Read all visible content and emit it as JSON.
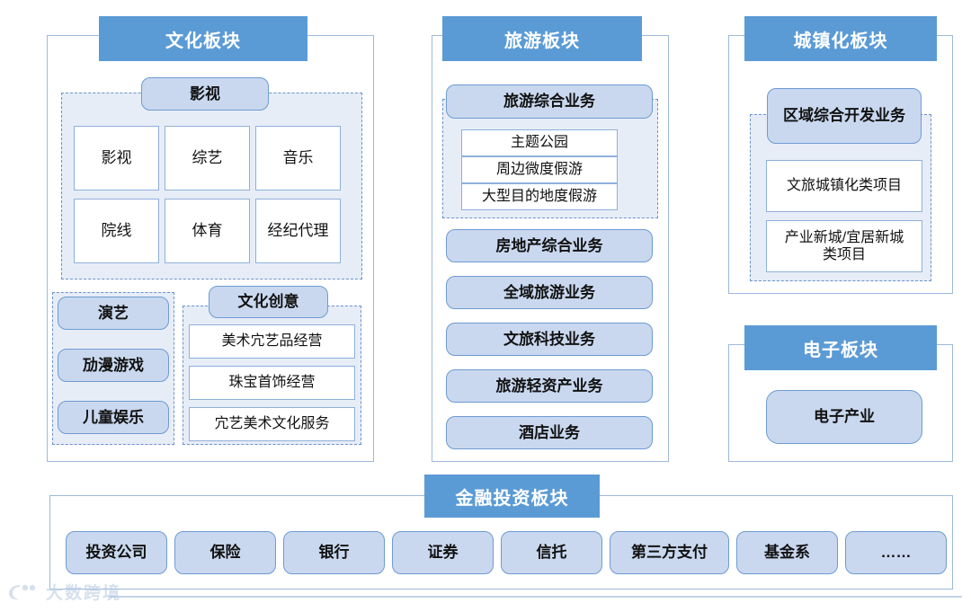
{
  "theme": {
    "header_blue": "#5B9BD5",
    "chip_fill": "#C9D8EF",
    "chip_border": "#6E9BD2",
    "dash_fill": "#E7EDF7",
    "dash_border": "#6B93CC",
    "panel_border": "#9DB9DC",
    "cell_border": "#8FB0DA"
  },
  "panels": {
    "culture": {
      "title": "文化板块",
      "film": {
        "header": "影视",
        "cells": [
          "影视",
          "综艺",
          "音乐",
          "院线",
          "体育",
          "经纪代理"
        ]
      },
      "left_stack": [
        "演艺",
        "劢漫游戏",
        "儿童娱乐"
      ],
      "creative": {
        "header": "文化创意",
        "items": [
          "美术宂艺品经营",
          "珠宝首饰经营",
          "宂艺美术文化服务"
        ]
      }
    },
    "tourism": {
      "title": "旅游板块",
      "comprehensive": {
        "header": "旅游综合业务",
        "items": [
          "主题公园",
          "周边微度假游",
          "大型目的地度假游"
        ]
      },
      "others": [
        "房地产综合业务",
        "全域旅游业务",
        "文旅科技业务",
        "旅游轻资产业务",
        "酒店业务"
      ]
    },
    "urbanization": {
      "title": "城镇化板块",
      "regional": {
        "header": "区域综合开发业务",
        "items": [
          "文旅城镇化类项目",
          "产业新城/宜居新城类项目"
        ]
      }
    },
    "electronics": {
      "title": "电子板块",
      "items": [
        "电子产业"
      ]
    },
    "finance": {
      "title": "金融投资板块",
      "items": [
        "投资公司",
        "保险",
        "银行",
        "证券",
        "信托",
        "第三方支付",
        "基金系",
        "……"
      ]
    }
  },
  "watermark": {
    "text": "大数跨境",
    "logo_icon": "dashukuajing-logo-icon"
  }
}
